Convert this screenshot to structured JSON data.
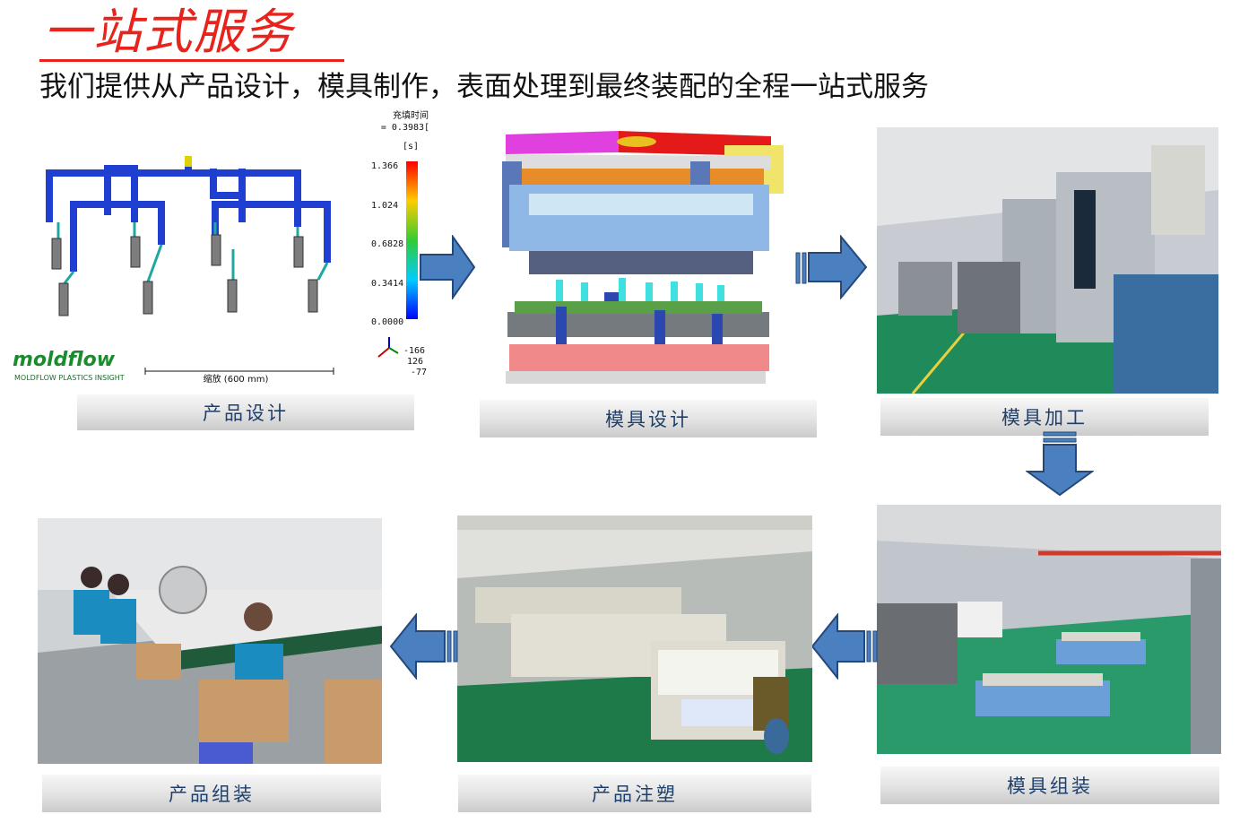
{
  "header": {
    "title": "一站式服务",
    "subtitle": "我们提供从产品设计，模具制作，表面处理到最终装配的全程一站式服务"
  },
  "colors": {
    "title": "#e8231c",
    "caption_text": "#1f3f6a",
    "arrow_fill": "#4a7fc0"
  },
  "moldflow": {
    "legend_title": "充填时间",
    "legend_value": "= 0.3983[s]",
    "legend_unit": "[s]",
    "legend_ticks": [
      "1.366",
      "1.024",
      "0.6828",
      "0.3414",
      "0.0000"
    ],
    "axis_values": [
      "-166",
      "126",
      "-77"
    ],
    "axis_icon": "xyz-axis-icon",
    "logo_text": "moldflow",
    "logo_subtext": "MOLDFLOW PLASTICS INSIGHT",
    "scale_text": "缩放 (600 mm)"
  },
  "steps": [
    {
      "label": "产品设计"
    },
    {
      "label": "模具设计"
    },
    {
      "label": "模具加工"
    },
    {
      "label": "模具组装"
    },
    {
      "label": "产品注塑"
    },
    {
      "label": "产品组装"
    }
  ],
  "icons": [
    "arrow-right-icon",
    "arrow-down-icon",
    "arrow-left-icon"
  ]
}
